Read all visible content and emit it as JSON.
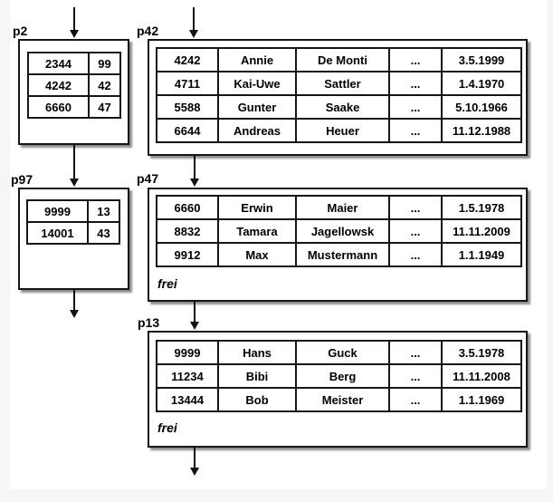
{
  "colors": {
    "page_background": "#f6f6f6",
    "canvas_background": "#ffffff",
    "line_and_border": "#161616",
    "text": "#000000",
    "box_shadow": "rgba(0,0,0,0.45)"
  },
  "nodes": {
    "p2": {
      "label": "p2",
      "rows": [
        [
          "2344",
          "99"
        ],
        [
          "4242",
          "42"
        ],
        [
          "6660",
          "47"
        ]
      ]
    },
    "p97": {
      "label": "p97",
      "rows": [
        [
          "9999",
          "13"
        ],
        [
          "14001",
          "43"
        ]
      ]
    },
    "p42": {
      "label": "p42",
      "rows": [
        [
          "4242",
          "Annie",
          "De Monti",
          "...",
          "3.5.1999"
        ],
        [
          "4711",
          "Kai-Uwe",
          "Sattler",
          "...",
          "1.4.1970"
        ],
        [
          "5588",
          "Gunter",
          "Saake",
          "...",
          "5.10.1966"
        ],
        [
          "6644",
          "Andreas",
          "Heuer",
          "...",
          "11.12.1988"
        ]
      ]
    },
    "p47": {
      "label": "p47",
      "free": "frei",
      "rows": [
        [
          "6660",
          "Erwin",
          "Maier",
          "...",
          "1.5.1978"
        ],
        [
          "8832",
          "Tamara",
          "Jagellowsk",
          "...",
          "11.11.2009"
        ],
        [
          "9912",
          "Max",
          "Mustermann",
          "...",
          "1.1.1949"
        ]
      ]
    },
    "p13": {
      "label": "p13",
      "free": "frei",
      "rows": [
        [
          "9999",
          "Hans",
          "Guck",
          "...",
          "3.5.1978"
        ],
        [
          "11234",
          "Bibi",
          "Berg",
          "...",
          "11.11.2008"
        ],
        [
          "13444",
          "Bob",
          "Meister",
          "...",
          "1.1.1969"
        ]
      ]
    }
  }
}
